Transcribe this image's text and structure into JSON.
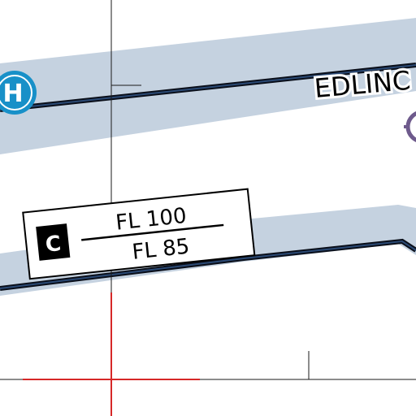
{
  "map": {
    "colors": {
      "background": "#ffffff",
      "airway_band": "#c5d2e0",
      "route_dark": "#1d3557",
      "route_edge": "#0a0f1a",
      "heliport": "#1890c8",
      "vor": "#6e5a8c",
      "crosshair": "#d62828",
      "gridline": "#1a1a1a",
      "box_bg": "#ffffff",
      "box_badge": "#000000"
    },
    "heliport": {
      "icon": "heliport-icon",
      "letter": "H"
    },
    "place_label": "EDLINC",
    "navaid": {
      "icon": "vor-icon"
    },
    "airspace_box": {
      "class_letter": "C",
      "upper_limit": "FL 100",
      "lower_limit": "FL 85"
    },
    "crosshair": {
      "icon": "crosshair-icon"
    }
  }
}
